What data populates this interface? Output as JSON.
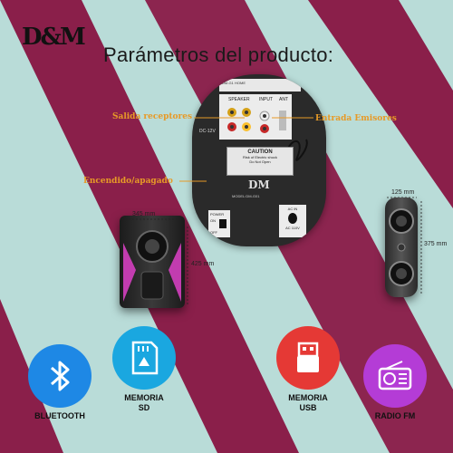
{
  "logo": {
    "text": "D&M"
  },
  "title": "Parámetros del producto:",
  "annotations": {
    "salida": "Salida receptores",
    "entrada": "Entrada Emisores",
    "encendido": "Encendido/apagado"
  },
  "panel": {
    "top_text": "DM-G1 HOME",
    "speaker_label": "SPEAKER",
    "input_label": "INPUT",
    "ant_label": "ANT",
    "dc_label": "DC-12V",
    "caution_title": "CAUTION",
    "caution_line1": "Risk of Electric shock",
    "caution_line2": "Do Not Open",
    "brand": "DM",
    "model": "MODEL:DM-G01",
    "power_label": "POWER",
    "on_label": "ON",
    "off_label": "OFF",
    "ac_in_label": "AC IN",
    "ac_voltage": "AC 110V"
  },
  "dimensions": {
    "sub_width": "345 mm",
    "sub_height": "425 mm",
    "sat_width": "125 mm",
    "sat_height": "375 mm"
  },
  "features": [
    {
      "label": "BLUETOOTH",
      "icon": "bluetooth-icon",
      "color": "#1e88e5"
    },
    {
      "label": "MEMORIA\nSD",
      "icon": "sd-card-icon",
      "color": "#1aa7e0"
    },
    {
      "label": "MEMORIA\nUSB",
      "icon": "usb-icon",
      "color": "#e53935"
    },
    {
      "label": "RADIO FM",
      "icon": "radio-icon",
      "color": "#b43cd6"
    }
  ],
  "colors": {
    "background": "#b9dcd8",
    "stripe": "#8a1f4a",
    "annotation": "#e79a27"
  }
}
